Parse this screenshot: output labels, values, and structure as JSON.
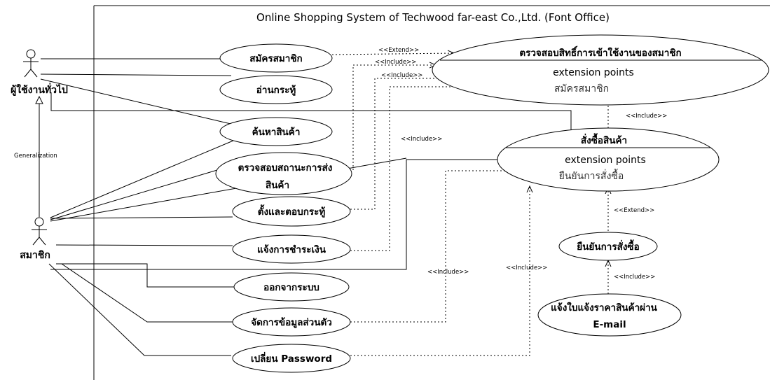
{
  "system": {
    "title": "Online Shopping System of Techwood far-east Co.,Ltd. (Font Office)"
  },
  "actors": {
    "general_user": "ผู้ใช้งานทั่วไป",
    "member": "สมาชิก",
    "generalization": "Generalization"
  },
  "use_cases": {
    "register": "สมัครสมาชิก",
    "read_board": "อ่านกระทู้",
    "search_products": "ค้นหาสินค้า",
    "check_shipping_line1": "ตรวจสอบสถานะการส่ง",
    "check_shipping_line2": "สินค้า",
    "post_reply": "ตั้งและตอบกระทู้",
    "payment_notice": "แจ้งการชำระเงิน",
    "logout": "ออกจากระบบ",
    "manage_profile": "จัดการข้อมูลส่วนตัว",
    "change_password": "เปลี่ยน Password",
    "verify_access": "ตรวจสอบสิทธิ์การเข้าใช้งานของสมาชิก",
    "verify_access_ep_label": "extension points",
    "verify_access_ep_item": "สมัครสมาชิก",
    "order": "สั่งซื้อสินค้า",
    "order_ep_label": "extension points",
    "order_ep_item": "ยืนยันการสั่งซื้อ",
    "confirm_order": "ยืนยันการสั่งซื้อ",
    "email_quote_line1": "แจ้งใบแจ้งราคาสินค้าผ่าน",
    "email_quote_line2": "E-mail"
  },
  "stereotypes": {
    "extend_register": "<<Extend>>",
    "include_shipping": "<<Include>>",
    "include_post": "<<Include>>",
    "include_payment": "<<Include>>",
    "include_order_verify": "<<Include>>",
    "extend_confirm": "<<Extend>>",
    "include_email": "<<Include>>",
    "include_profile": "<<Include>>",
    "include_password": "<<Include>>"
  }
}
